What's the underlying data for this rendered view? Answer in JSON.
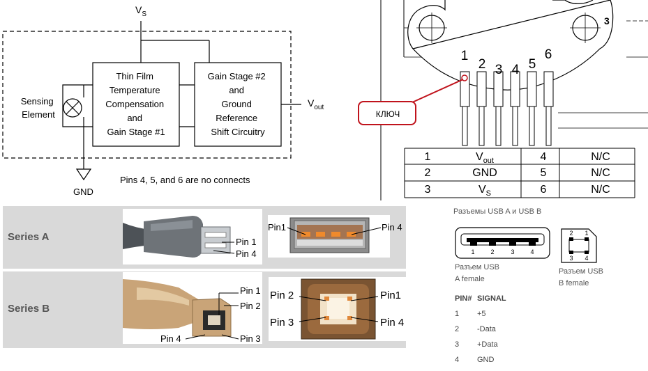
{
  "block_diagram": {
    "vs": "V",
    "vs_sub": "S",
    "sensing": [
      "Sensing",
      "Element"
    ],
    "block1": [
      "Thin Film",
      "Temperature",
      "Compensation",
      "and",
      "Gain Stage #1"
    ],
    "block2": [
      "Gain Stage #2",
      "and",
      "Ground",
      "Reference",
      "Shift Circuitry"
    ],
    "vout": "V",
    "vout_sub": "out",
    "gnd": "GND",
    "note": "Pins 4, 5, and 6 are no connects"
  },
  "package": {
    "pins": [
      "1",
      "2",
      "3",
      "4",
      "5",
      "6"
    ],
    "key_label": "КЛЮЧ",
    "corner_mark": "3",
    "table": [
      {
        "p1": "1",
        "s1": "V",
        "s1_sub": "out",
        "p2": "4",
        "s2": "N/C"
      },
      {
        "p1": "2",
        "s1": "GND",
        "s1_sub": "",
        "p2": "5",
        "s2": "N/C"
      },
      {
        "p1": "3",
        "s1": "V",
        "s1_sub": "S",
        "p2": "6",
        "s2": "N/C"
      }
    ]
  },
  "usb_photos": {
    "series_a": "Series A",
    "series_b": "Series B",
    "a_plug": [
      "Pin 1",
      "Pin 4"
    ],
    "a_socket": [
      "Pin1",
      "Pin 4"
    ],
    "b_plug": [
      "Pin 1",
      "Pin 2",
      "Pin 4",
      "Pin 3"
    ],
    "b_socket": [
      "Pin 2",
      "Pin1",
      "Pin 3",
      "Pin 4"
    ]
  },
  "usb_ru": {
    "title": "Разъемы USB A и USB B",
    "a_caption": [
      "Разъем USB",
      "A female"
    ],
    "b_caption": [
      "Разъем USB",
      "B female"
    ],
    "a_pins": [
      "1",
      "2",
      "3",
      "4"
    ],
    "b_pins_top": [
      "2",
      "1"
    ],
    "b_pins_bottom": [
      "3",
      "4"
    ],
    "table_header": [
      "PIN#",
      "SIGNAL"
    ],
    "table_rows": [
      [
        "1",
        "+5"
      ],
      [
        "2",
        "-Data"
      ],
      [
        "3",
        "+Data"
      ],
      [
        "4",
        "GND"
      ]
    ]
  },
  "colors": {
    "key_red": "#c0131c",
    "band_gray": "#d9d9d9",
    "copper": "#c87838",
    "plug_gray": "#6e7378",
    "plug_tan": "#c9a478"
  }
}
